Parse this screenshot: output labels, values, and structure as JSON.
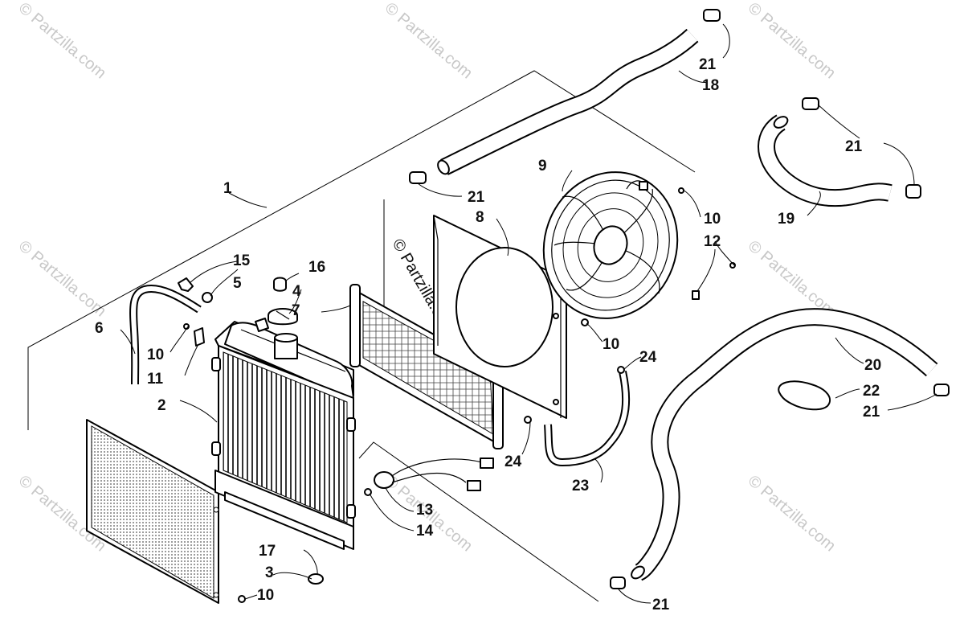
{
  "diagram": {
    "watermark": "© Partzilla.com",
    "center_watermark": "© Partzilla.com",
    "callouts": [
      {
        "id": "c1",
        "text": "1"
      },
      {
        "id": "c2",
        "text": "2"
      },
      {
        "id": "c3",
        "text": "3"
      },
      {
        "id": "c4",
        "text": "4"
      },
      {
        "id": "c5",
        "text": "5"
      },
      {
        "id": "c6",
        "text": "6"
      },
      {
        "id": "c7",
        "text": "7"
      },
      {
        "id": "c8",
        "text": "8"
      },
      {
        "id": "c9",
        "text": "9"
      },
      {
        "id": "c10a",
        "text": "10"
      },
      {
        "id": "c10b",
        "text": "10"
      },
      {
        "id": "c10c",
        "text": "10"
      },
      {
        "id": "c10d",
        "text": "10"
      },
      {
        "id": "c11",
        "text": "11"
      },
      {
        "id": "c12",
        "text": "12"
      },
      {
        "id": "c13",
        "text": "13"
      },
      {
        "id": "c14",
        "text": "14"
      },
      {
        "id": "c15",
        "text": "15"
      },
      {
        "id": "c16",
        "text": "16"
      },
      {
        "id": "c17",
        "text": "17"
      },
      {
        "id": "c18",
        "text": "18"
      },
      {
        "id": "c19",
        "text": "19"
      },
      {
        "id": "c20",
        "text": "20"
      },
      {
        "id": "c21a",
        "text": "21"
      },
      {
        "id": "c21b",
        "text": "21"
      },
      {
        "id": "c21c",
        "text": "21"
      },
      {
        "id": "c21d",
        "text": "21"
      },
      {
        "id": "c21e",
        "text": "21"
      },
      {
        "id": "c22",
        "text": "22"
      },
      {
        "id": "c23",
        "text": "23"
      },
      {
        "id": "c24a",
        "text": "24"
      },
      {
        "id": "c24b",
        "text": "24"
      }
    ]
  }
}
